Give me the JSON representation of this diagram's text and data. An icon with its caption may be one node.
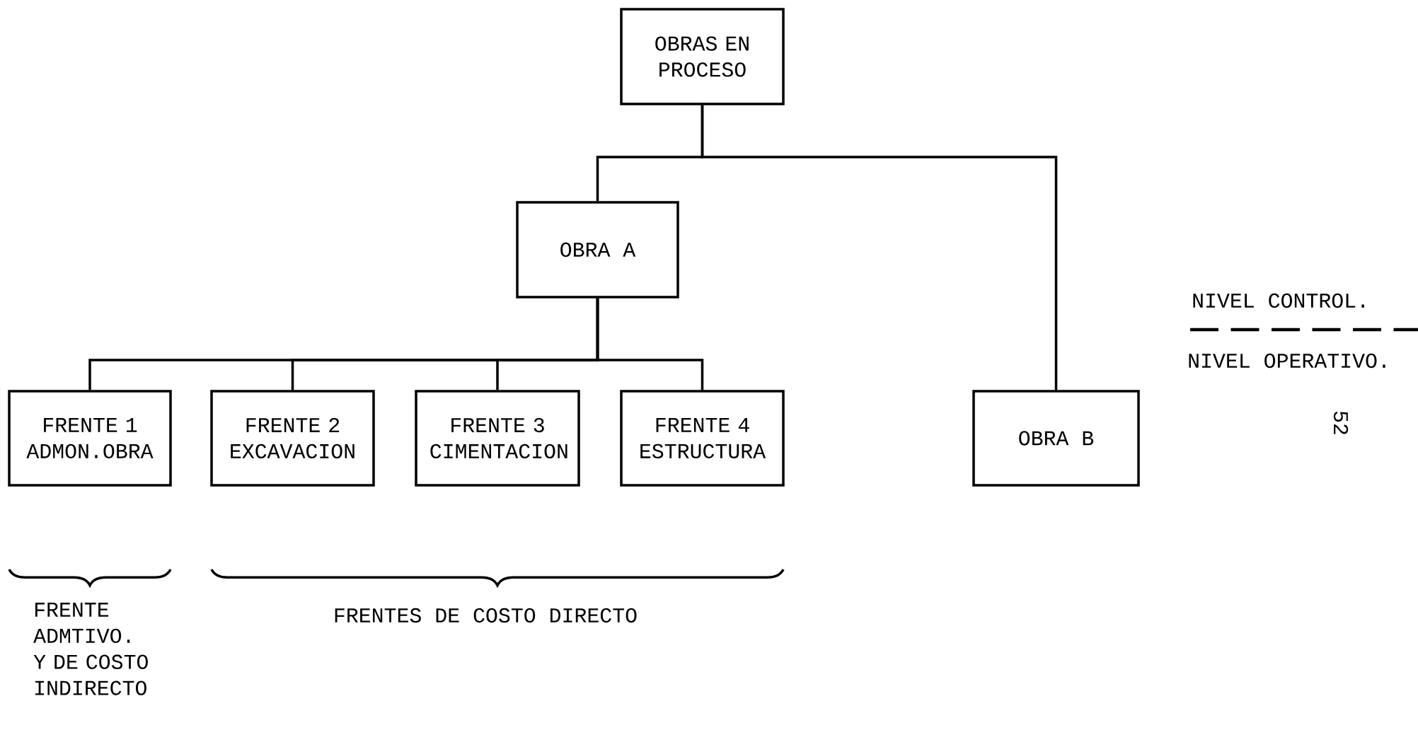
{
  "diagram": {
    "nodes": [
      {
        "text": [
          "OBRAS EN PROCESO"
        ]
      },
      {
        "text": [
          "OBRA A"
        ]
      },
      {
        "text": [
          "OBRA B"
        ]
      },
      {
        "text": [
          "FRENTE 1 ADMON.OBRA"
        ]
      },
      {
        "text": [
          "FRENTE 2 EXCAVACION"
        ]
      },
      {
        "text": [
          "FRENTE 3 CIMENTACION"
        ]
      },
      {
        "text": [
          "FRENTE 4 ESTRUCTURA"
        ]
      }
    ],
    "edges": [
      {
        "from": 0,
        "to": 1,
        "arrow": "none"
      },
      {
        "from": 0,
        "to": 2,
        "arrow": "none"
      },
      {
        "from": 1,
        "to": 3,
        "arrow": "none"
      },
      {
        "from": 1,
        "to": 4,
        "arrow": "none"
      },
      {
        "from": 1,
        "to": 5,
        "arrow": "none"
      },
      {
        "from": 1,
        "to": 6,
        "arrow": "none"
      }
    ],
    "labels": [
      "FRENTE ADMTIVO. Y DE COSTO INDIRECTO",
      "FRENTES DE COSTO DIRECTO",
      "NIVEL CONTROL.",
      "NIVEL OPERATIVO.",
      "52"
    ]
  }
}
